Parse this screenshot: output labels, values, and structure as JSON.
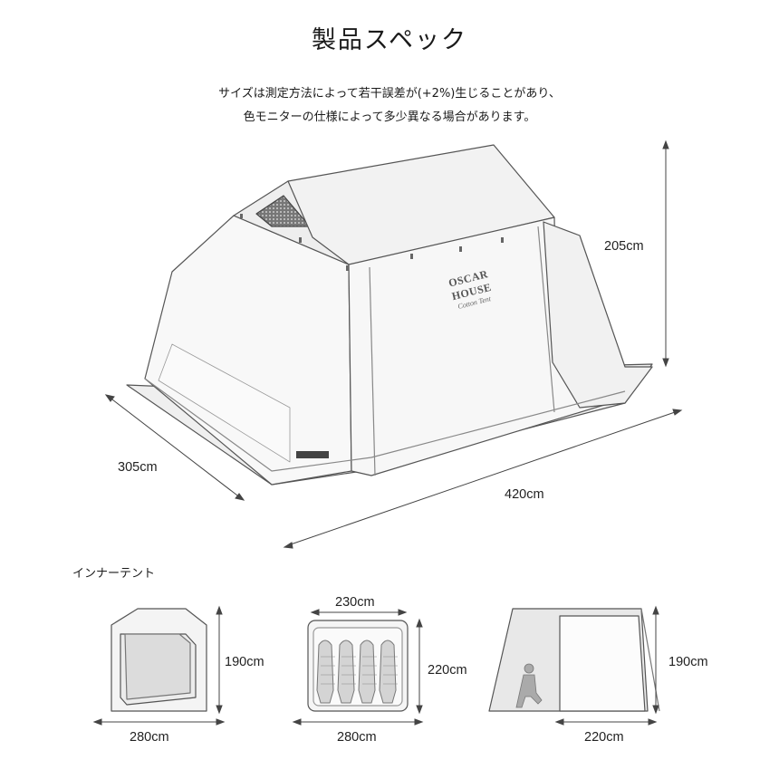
{
  "title": "製品スペック",
  "notes": [
    "サイズは測定方法によって若干誤差が(+2%)生じることがあり、",
    "色モニターの仕様によって多少異なる場合があります。"
  ],
  "main_tent": {
    "logo_lines": [
      "OSCAR HOUSE",
      "Cotton Tent"
    ],
    "height": "205cm",
    "depth": "305cm",
    "width": "420cm"
  },
  "inner_tent": {
    "label": "インナーテント",
    "views": [
      {
        "height": "190cm",
        "width": "280cm"
      },
      {
        "top": "230cm",
        "height": "220cm",
        "width": "280cm"
      },
      {
        "height": "190cm",
        "width": "220cm"
      }
    ]
  }
}
